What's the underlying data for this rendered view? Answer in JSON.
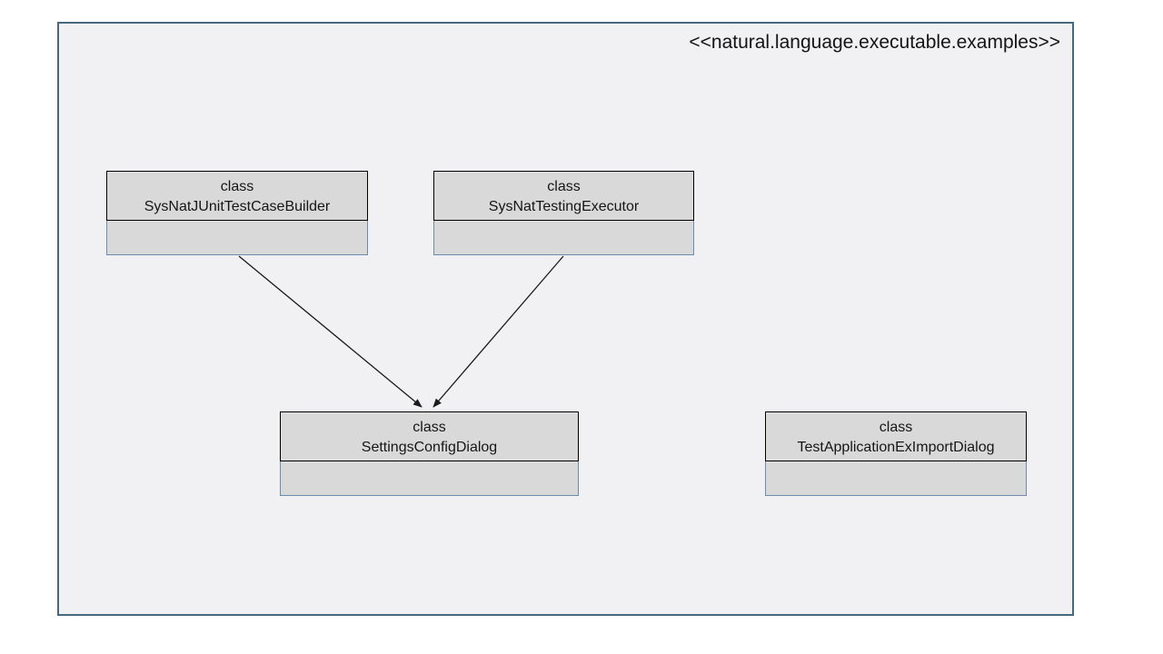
{
  "frame": {
    "stereotype": "<<natural.language.executable.examples>>",
    "fill": "#f1f1f3",
    "border_color": "#47697f"
  },
  "diagram": {
    "box_fill": "#d9d9d9",
    "title_border_color": "#000000",
    "members_border_color": "#6d8cac",
    "arrow_color": "#1a1a1a",
    "boxes": [
      {
        "keyword": "class",
        "name": "SysNatJUnitTestCaseBuilder"
      },
      {
        "keyword": "class",
        "name": "SysNatTestingExecutor"
      },
      {
        "keyword": "class",
        "name": "SettingsConfigDialog"
      },
      {
        "keyword": "class",
        "name": "TestApplicationExImportDialog"
      }
    ],
    "arrows": [
      {
        "from": "SysNatJUnitTestCaseBuilder",
        "to": "SettingsConfigDialog"
      },
      {
        "from": "SysNatTestingExecutor",
        "to": "SettingsConfigDialog"
      }
    ]
  }
}
